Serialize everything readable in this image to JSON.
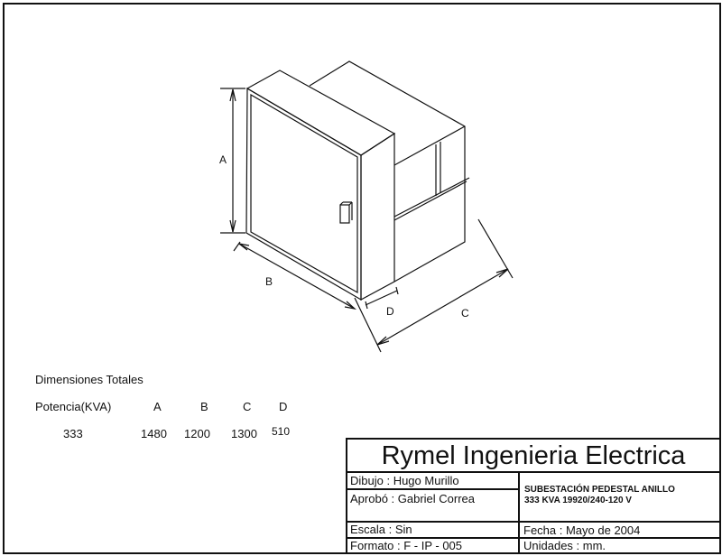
{
  "drawing": {
    "dim_labels": {
      "a": "A",
      "b": "B",
      "c": "C",
      "d": "D"
    }
  },
  "dimensions": {
    "heading": "Dimensiones Totales",
    "headers": [
      "Potencia(KVA)",
      "A",
      "B",
      "C",
      "D"
    ],
    "rows": [
      [
        "333",
        "1480",
        "1200",
        "1300",
        "510"
      ]
    ]
  },
  "title_block": {
    "company": "Rymel Ingenieria Electrica",
    "dibujo": "Dibujo : Hugo Murillo",
    "aprobo": "Aprobó : Gabriel Correa",
    "description_line1": "SUBESTACIÓN PEDESTAL ANILLO",
    "description_line2": "333 KVA 19920/240-120 V",
    "escala": "Escala : Sin",
    "fecha": "Fecha : Mayo de 2004",
    "formato": "Formato : F - IP - 005",
    "unidades": "Unidades : mm."
  }
}
